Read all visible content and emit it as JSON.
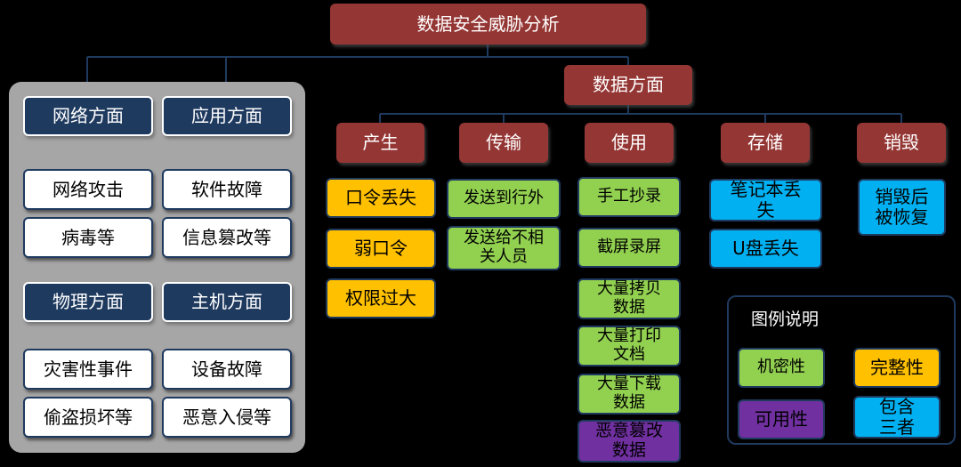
{
  "title": "数据安全威胁分析",
  "left_panel": {
    "network": {
      "header": "网络方面",
      "items": [
        "网络攻击",
        "病毒等"
      ]
    },
    "application": {
      "header": "应用方面",
      "items": [
        "软件故障",
        "信息篡改等"
      ]
    },
    "physical": {
      "header": "物理方面",
      "items": [
        "灾害性事件",
        "偷盗损坏等"
      ]
    },
    "host": {
      "header": "主机方面",
      "items": [
        "设备故障",
        "恶意入侵等"
      ]
    }
  },
  "data_aspect": {
    "header": "数据方面",
    "categories": [
      {
        "label": "产生",
        "items": [
          {
            "text": "口令丢失",
            "type": "完整性"
          },
          {
            "text": "弱口令",
            "type": "完整性"
          },
          {
            "text": "权限过大",
            "type": "完整性"
          }
        ]
      },
      {
        "label": "传输",
        "items": [
          {
            "text": "发送到行外",
            "type": "机密性"
          },
          {
            "text": "发送给不相关人员",
            "type": "机密性"
          }
        ]
      },
      {
        "label": "使用",
        "items": [
          {
            "text": "手工抄录",
            "type": "机密性"
          },
          {
            "text": "截屏录屏",
            "type": "机密性"
          },
          {
            "text": "大量拷贝数据",
            "type": "机密性"
          },
          {
            "text": "大量打印文档",
            "type": "机密性"
          },
          {
            "text": "大量下载数据",
            "type": "机密性"
          },
          {
            "text": "恶意篡改数据",
            "type": "可用性"
          }
        ]
      },
      {
        "label": "存储",
        "items": [
          {
            "text": "笔记本丢失",
            "type": "包含三者"
          },
          {
            "text": "U盘丢失",
            "type": "包含三者"
          }
        ]
      },
      {
        "label": "销毁",
        "items": [
          {
            "text": "销毁后被恢复",
            "type": "包含三者"
          }
        ]
      }
    ]
  },
  "legend": {
    "title": "图例说明",
    "items": [
      {
        "label": "机密性",
        "color": "#92d050"
      },
      {
        "label": "完整性",
        "color": "#ffc000"
      },
      {
        "label": "可用性",
        "color": "#7030a0"
      },
      {
        "label": "包含三者",
        "color": "#00b0f0"
      }
    ]
  },
  "colors": {
    "heading": "#943634",
    "panel_header": "#1f3a5f",
    "connector": "#1f3a5f",
    "panel_bg": "#a6a6a6"
  }
}
